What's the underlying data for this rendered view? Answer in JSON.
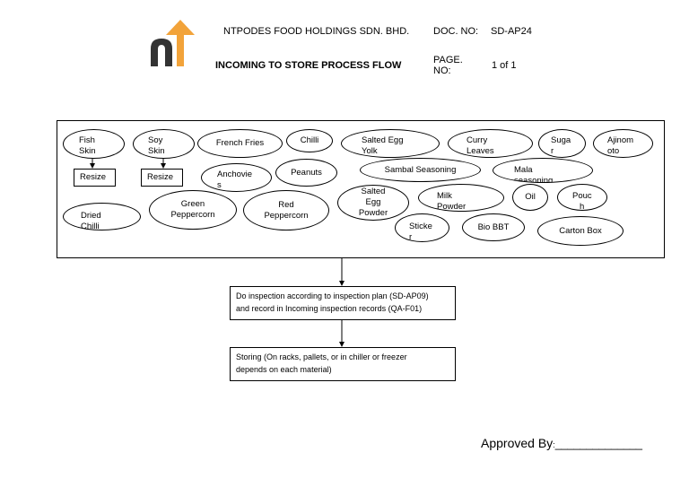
{
  "header": {
    "company": "NTPODES FOOD HOLDINGS SDN. BHD.",
    "title": "INCOMING TO STORE PROCESS FLOW",
    "doc_no_label": "DOC. NO:",
    "doc_no_value": "SD-AP24",
    "page_no_label_1": "PAGE.",
    "page_no_label_2": "NO:",
    "page_no_value": "1 of 1"
  },
  "logo": {
    "orange": "#f2a33a",
    "dark": "#333333"
  },
  "materials": {
    "fish_skin": [
      "Fish",
      "Skin"
    ],
    "soy_skin": [
      "Soy",
      "Skin"
    ],
    "french_fries": [
      "French Fries"
    ],
    "chilli": [
      "Chilli"
    ],
    "salted_egg_yolk": [
      "Salted Egg",
      "Yolk"
    ],
    "curry_leaves": [
      "Curry",
      "Leaves"
    ],
    "sugar": [
      "Suga",
      "r"
    ],
    "ajinomoto": [
      "Ajinom",
      "oto"
    ],
    "anchovies": [
      "Anchovie",
      "s"
    ],
    "peanuts": [
      "Peanuts"
    ],
    "sambal_seasoning": [
      "Sambal Seasoning"
    ],
    "mala_seasoning": [
      "Mala",
      "seasoning"
    ],
    "salted_egg_powder": [
      "Salted",
      "Egg",
      "Powder"
    ],
    "milk_powder": [
      "Milk",
      "Powder"
    ],
    "oil": [
      "Oil"
    ],
    "pouch": [
      "Pouc",
      "h"
    ],
    "dried_chilli": [
      "Dried",
      "Chilli"
    ],
    "green_peppercorn": [
      "Green",
      "Peppercorn"
    ],
    "red_peppercorn": [
      "Red",
      "Peppercorn"
    ],
    "sticker": [
      "Sticke",
      "r"
    ],
    "bio_bbt": [
      "Bio BBT"
    ],
    "carton_box": [
      "Carton Box"
    ]
  },
  "resize": {
    "fish_label": "Resize",
    "soy_label": "Resize"
  },
  "steps": {
    "inspection": [
      "Do inspection according to inspection plan (SD-AP09)",
      "and record in Incoming inspection records (QA-F01)"
    ],
    "storing": [
      "Storing (On racks, pallets, or in chiller or freezer",
      "depends on each material)"
    ]
  },
  "approval": {
    "label": "Approved By",
    "colon": ":",
    "line": "______________"
  }
}
